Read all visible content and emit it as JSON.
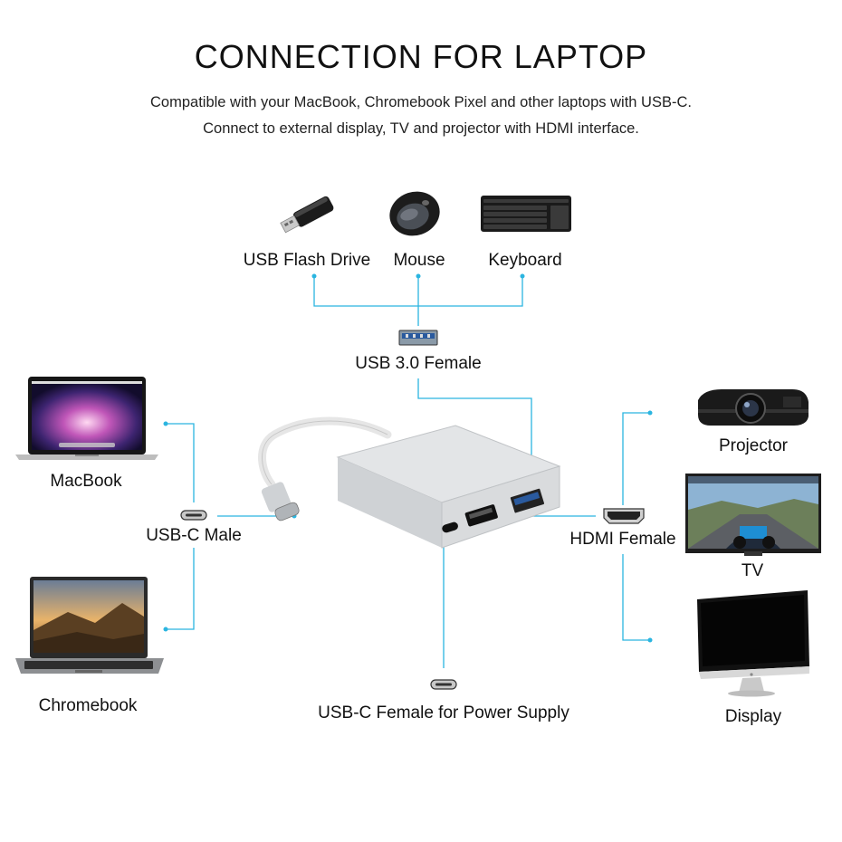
{
  "header": {
    "title": "CONNECTION FOR LAPTOP",
    "line1": "Compatible with your MacBook, Chromebook Pixel and other laptops with USB-C.",
    "line2": "Connect to external display, TV and projector with HDMI interface."
  },
  "devices": {
    "usb_flash": "USB Flash Drive",
    "mouse": "Mouse",
    "keyboard": "Keyboard",
    "usb3": "USB 3.0 Female",
    "macbook": "MacBook",
    "usbc_male": "USB-C Male",
    "chromebook": "Chromebook",
    "projector": "Projector",
    "hdmi": "HDMI Female",
    "tv": "TV",
    "display": "Display",
    "usbc_power": "USB-C Female for Power Supply"
  },
  "colors": {
    "wire": "#2bb5e0",
    "adapter": "#d9dbdd",
    "dark": "#1a1a1a"
  }
}
